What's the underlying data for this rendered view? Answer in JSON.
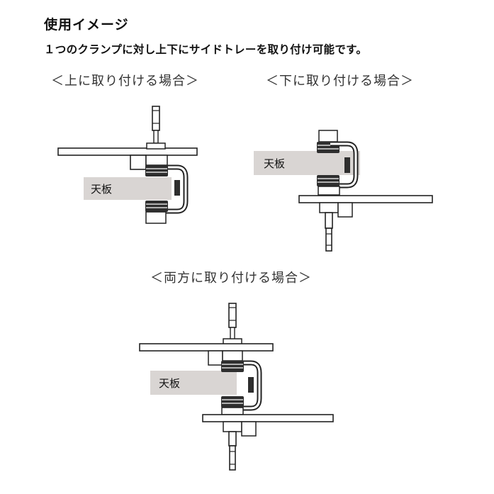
{
  "header": {
    "title": "使用イメージ",
    "subtitle": "１つのクランプに対し上下にサイドトレーを取り付け可能です。"
  },
  "sections": {
    "top": {
      "label": "＜上に取り付ける場合＞"
    },
    "bottom": {
      "label": "＜下に取り付ける場合＞"
    },
    "both": {
      "label": "＜両方に取り付ける場合＞"
    }
  },
  "desk_label": "天板",
  "colors": {
    "desk_fill": "#d9d5d3",
    "line": "#222222",
    "pad": "#2e2e2e"
  }
}
